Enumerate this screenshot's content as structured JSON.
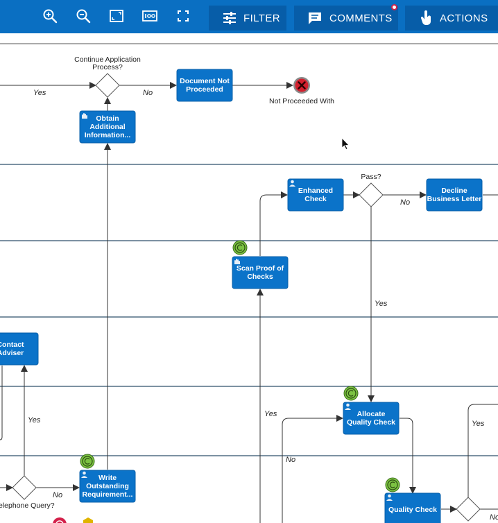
{
  "toolbar": {
    "icons": [
      "zoom-in-icon",
      "zoom-out-icon",
      "fit-to-screen-icon",
      "actual-size-icon",
      "fullscreen-icon"
    ],
    "filter_label": "FILTER",
    "comments_label": "COMMENTS",
    "actions_label": "ACTIONS",
    "comments_has_notification": true
  },
  "diagram": {
    "tasks": {
      "document_not_proceeded": [
        "Document Not",
        "Proceeded"
      ],
      "obtain_additional_information": [
        "Obtain",
        "Additional",
        "Information..."
      ],
      "enhanced_check": [
        "Enhanced",
        "Check"
      ],
      "decline_business_letter": [
        "Decline",
        "Business Letter"
      ],
      "scan_proof_of_checks": [
        "Scan Proof of",
        "Checks"
      ],
      "contact_adviser": [
        "Contact",
        "Adviser"
      ],
      "allocate_quality_check": [
        "Allocate",
        "Quality Check"
      ],
      "write_outstanding_requirement": [
        "Write",
        "Outstanding",
        "Requirement..."
      ],
      "quality_check": [
        "Quality Check"
      ]
    },
    "gateways": {
      "continue_application": [
        "Continue Application",
        "Process?"
      ],
      "pass": [
        "Pass?"
      ],
      "telephone_query": [
        "elephone Query?"
      ]
    },
    "end_events": {
      "not_proceeded_with": "Not Proceeded With"
    },
    "flow_labels": {
      "yes": "Yes",
      "no": "No",
      "no_truncated": "No"
    }
  },
  "colors": {
    "toolbar_bg": "#0a6fc2",
    "button_bg": "#075da8",
    "task_fill": "#0b73c9",
    "task_stroke": "#0a5fa8",
    "lane_line": "#2f4f6a",
    "end_event_red": "#d3202e",
    "start_event_green": "#7cc242",
    "notification": "#d0234a"
  }
}
